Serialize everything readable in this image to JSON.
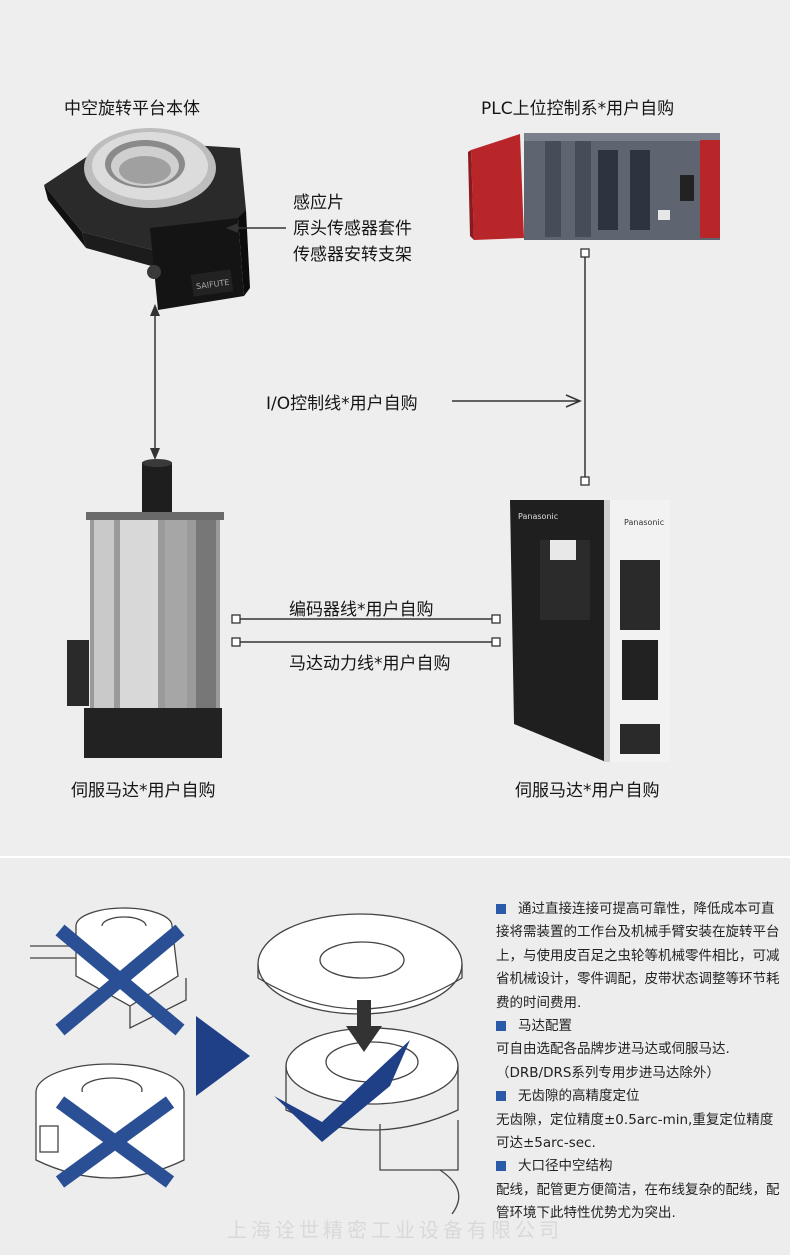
{
  "top": {
    "platform_label": "中空旋转平台本体",
    "plc_label": "PLC上位控制系*用户自购",
    "sensor_labels": [
      "感应片",
      "原头传感器套件",
      "传感器安转支架"
    ],
    "io_label": "I/O控制线*用户自购",
    "encoder_label": "编码器线*用户自购",
    "power_label": "马达动力线*用户自购",
    "motor_label": "伺服马达*用户自购",
    "driver_label": "伺服马达*用户自购",
    "platform_brand": "SAIFUTE",
    "driver_brand": "Panasonic"
  },
  "bottom": {
    "features": [
      {
        "heading": "",
        "text": "通过直接连接可提高可靠性，降低成本可直接将需装置的工作台及机械手臂安装在旋转平台上，与使用皮百足之虫轮等机械零件相比，可减省机械设计，零件调配，皮带状态调整等环节耗费的时间费用."
      },
      {
        "heading": "马达配置",
        "text": "可自由选配各品牌步进马达或伺服马达.（DRB/DRS系列专用步进马达除外）"
      },
      {
        "heading": "无齿隙的高精度定位",
        "text": "无齿隙，定位精度±0.5arc-min,重复定位精度可达±5arc-sec."
      },
      {
        "heading": "大口径中空结构",
        "text": "配线，配管更方便简洁，在布线复杂的配线，配管环境下此特性优势尤为突出."
      }
    ],
    "bullet_color": "#2a5aa8",
    "watermark": "上海诠世精密工业设备有限公司"
  }
}
